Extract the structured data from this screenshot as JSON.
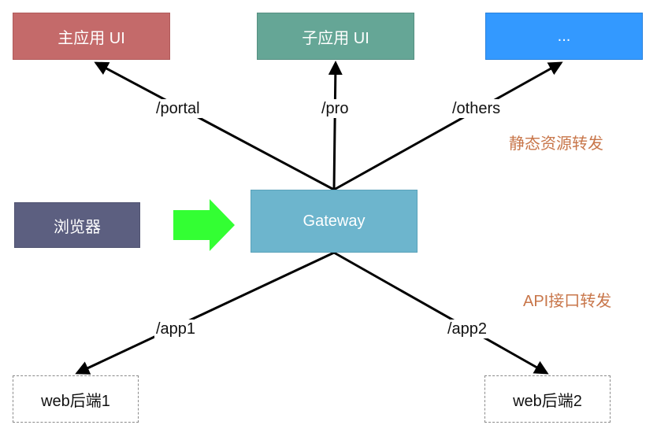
{
  "nodes": {
    "main_ui": "主应用 UI",
    "sub_ui": "子应用 UI",
    "others_ui": "...",
    "browser": "浏览器",
    "gateway": "Gateway",
    "backend1": "web后端1",
    "backend2": "web后端2"
  },
  "routes": {
    "portal": "/portal",
    "pro": "/pro",
    "others": "/others",
    "app1": "/app1",
    "app2": "/app2"
  },
  "notes": {
    "static": "静态资源转发",
    "api": "API接口转发"
  },
  "colors": {
    "main_ui": "#c46a6a",
    "sub_ui": "#65a696",
    "others_ui": "#3399ff",
    "browser": "#5c5f80",
    "gateway": "#6db5cd",
    "arrow": "#33ff33",
    "note_text": "#c8764a"
  }
}
